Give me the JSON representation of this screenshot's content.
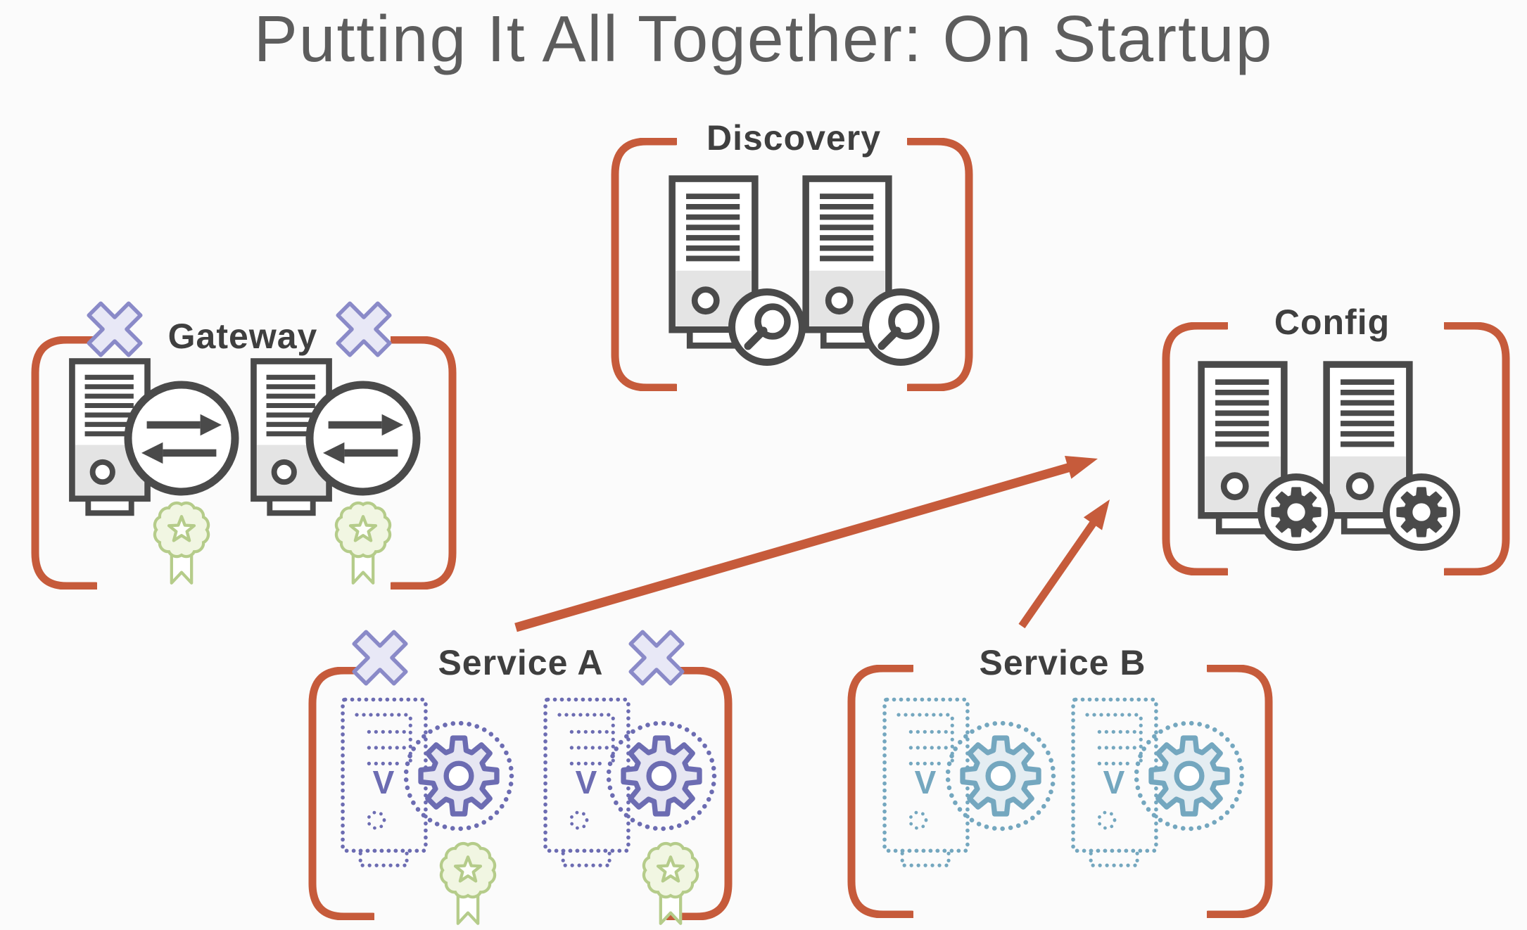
{
  "title": "Putting It All Together: On Startup",
  "groups": {
    "discovery": {
      "label": "Discovery",
      "server_count": 2,
      "badge_icon": "magnifier"
    },
    "gateway": {
      "label": "Gateway",
      "server_count": 2,
      "badge_icon": "transfer-arrows",
      "crossed_out": true,
      "award_ribbon": true
    },
    "config": {
      "label": "Config",
      "server_count": 2,
      "badge_icon": "gear"
    },
    "service_a": {
      "label": "Service A",
      "server_count": 2,
      "badge_icon": "gear",
      "version_letter": "V",
      "crossed_out": true,
      "award_ribbon": true,
      "style": "dotted"
    },
    "service_b": {
      "label": "Service B",
      "server_count": 2,
      "badge_icon": "gear",
      "version_letter": "V",
      "style": "dotted"
    }
  },
  "arrows": [
    {
      "from": "service_a",
      "to": "config"
    },
    {
      "from": "service_b",
      "to": "config"
    }
  ],
  "colors": {
    "accent_orange": "#c65b3b",
    "icon_dark": "#4a4a4a",
    "service_a_purple": "#6c6cb2",
    "service_b_teal": "#74a7bf",
    "ribbon_green": "#b5cc8a",
    "x_mark_purple": "#8a8ac8"
  }
}
